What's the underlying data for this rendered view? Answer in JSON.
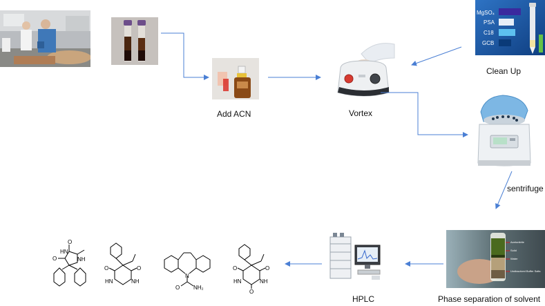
{
  "steps": {
    "add_acn": "Add  ACN",
    "vortex": "Vortex",
    "clean_up": "Clean Up",
    "centrifuge": "sentrifuge",
    "phase_separation": "Phase separation of solvent",
    "hplc": "HPLC"
  },
  "cleanup_sorbents": [
    "MgSO₄",
    "PSA",
    "C18",
    "GCB"
  ],
  "phase_layers": [
    "Acetonitrile",
    "Solid",
    "Water",
    "Undissolved Buffer Salts"
  ],
  "molecules": {
    "phenytoin": {
      "atoms": [
        "O",
        "HN",
        "NH",
        "O"
      ]
    },
    "primidone": {
      "atoms": [
        "O",
        "O",
        "HN",
        "NH"
      ]
    },
    "carbamazepine": {
      "atoms": [
        "N",
        "O",
        "NH₂"
      ]
    },
    "phenobarbital": {
      "atoms": [
        "O",
        "O",
        "HN",
        "NH",
        "O"
      ]
    }
  },
  "colors": {
    "arrow": "#4a7fd4"
  }
}
